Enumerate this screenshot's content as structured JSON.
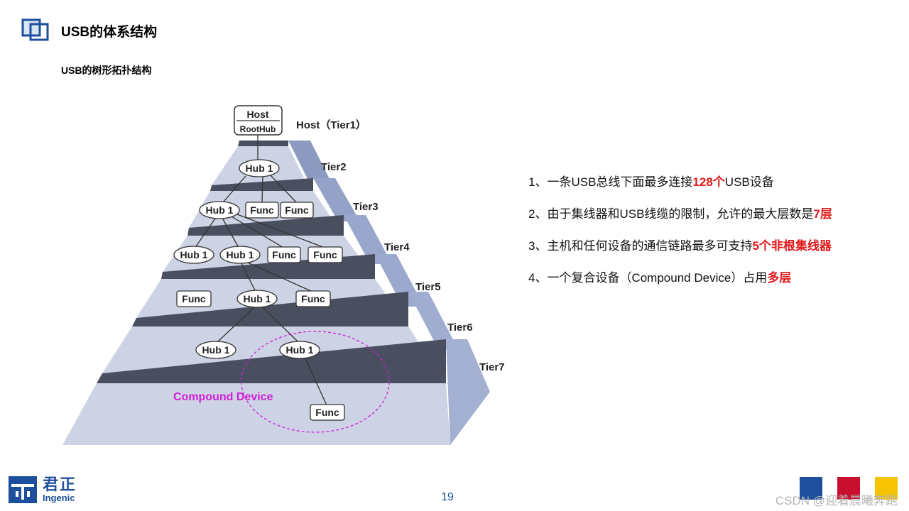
{
  "slide": {
    "title": "USB的体系结构",
    "subtitle": "USB的树形拓扑结构",
    "page_number": "19"
  },
  "diagram": {
    "host": {
      "title": "Host",
      "subtitle": "RootHub"
    },
    "tier_labels": [
      "Host（Tier1）",
      "Tier2",
      "Tier3",
      "Tier4",
      "Tier5",
      "Tier6",
      "Tier7"
    ],
    "node_labels": {
      "hub": "Hub 1",
      "func": "Func"
    },
    "compound_label": "Compound  Device"
  },
  "points": [
    {
      "prefix": "1、一条USB总线下面最多连接",
      "highlight": "128个",
      "suffix": "USB设备"
    },
    {
      "prefix": "2、由于集线器和USB线缆的限制，允许的最大层数是",
      "highlight": "7层",
      "suffix": ""
    },
    {
      "prefix": "3、主机和任何设备的通信链路最多可支持",
      "highlight": "5个非根集线器",
      "suffix": ""
    },
    {
      "prefix": "4、一个复合设备（Compound Device）占用",
      "highlight": "多层",
      "suffix": ""
    }
  ],
  "logo": {
    "cn": "君正",
    "en": "Ingenic"
  },
  "watermark": "CSDN @迎着晨曦奔跑",
  "colors": {
    "brand_blue": "#1e4f9c",
    "highlight_red": "#e0191b",
    "compound_magenta": "#d020d8",
    "square_blue": "#1e4f9c",
    "square_red": "#c8102e",
    "square_yellow": "#f6c400"
  },
  "icons": {
    "title_icon": "overlapping-squares-icon",
    "logo_icon": "ingenic-logo-icon"
  }
}
